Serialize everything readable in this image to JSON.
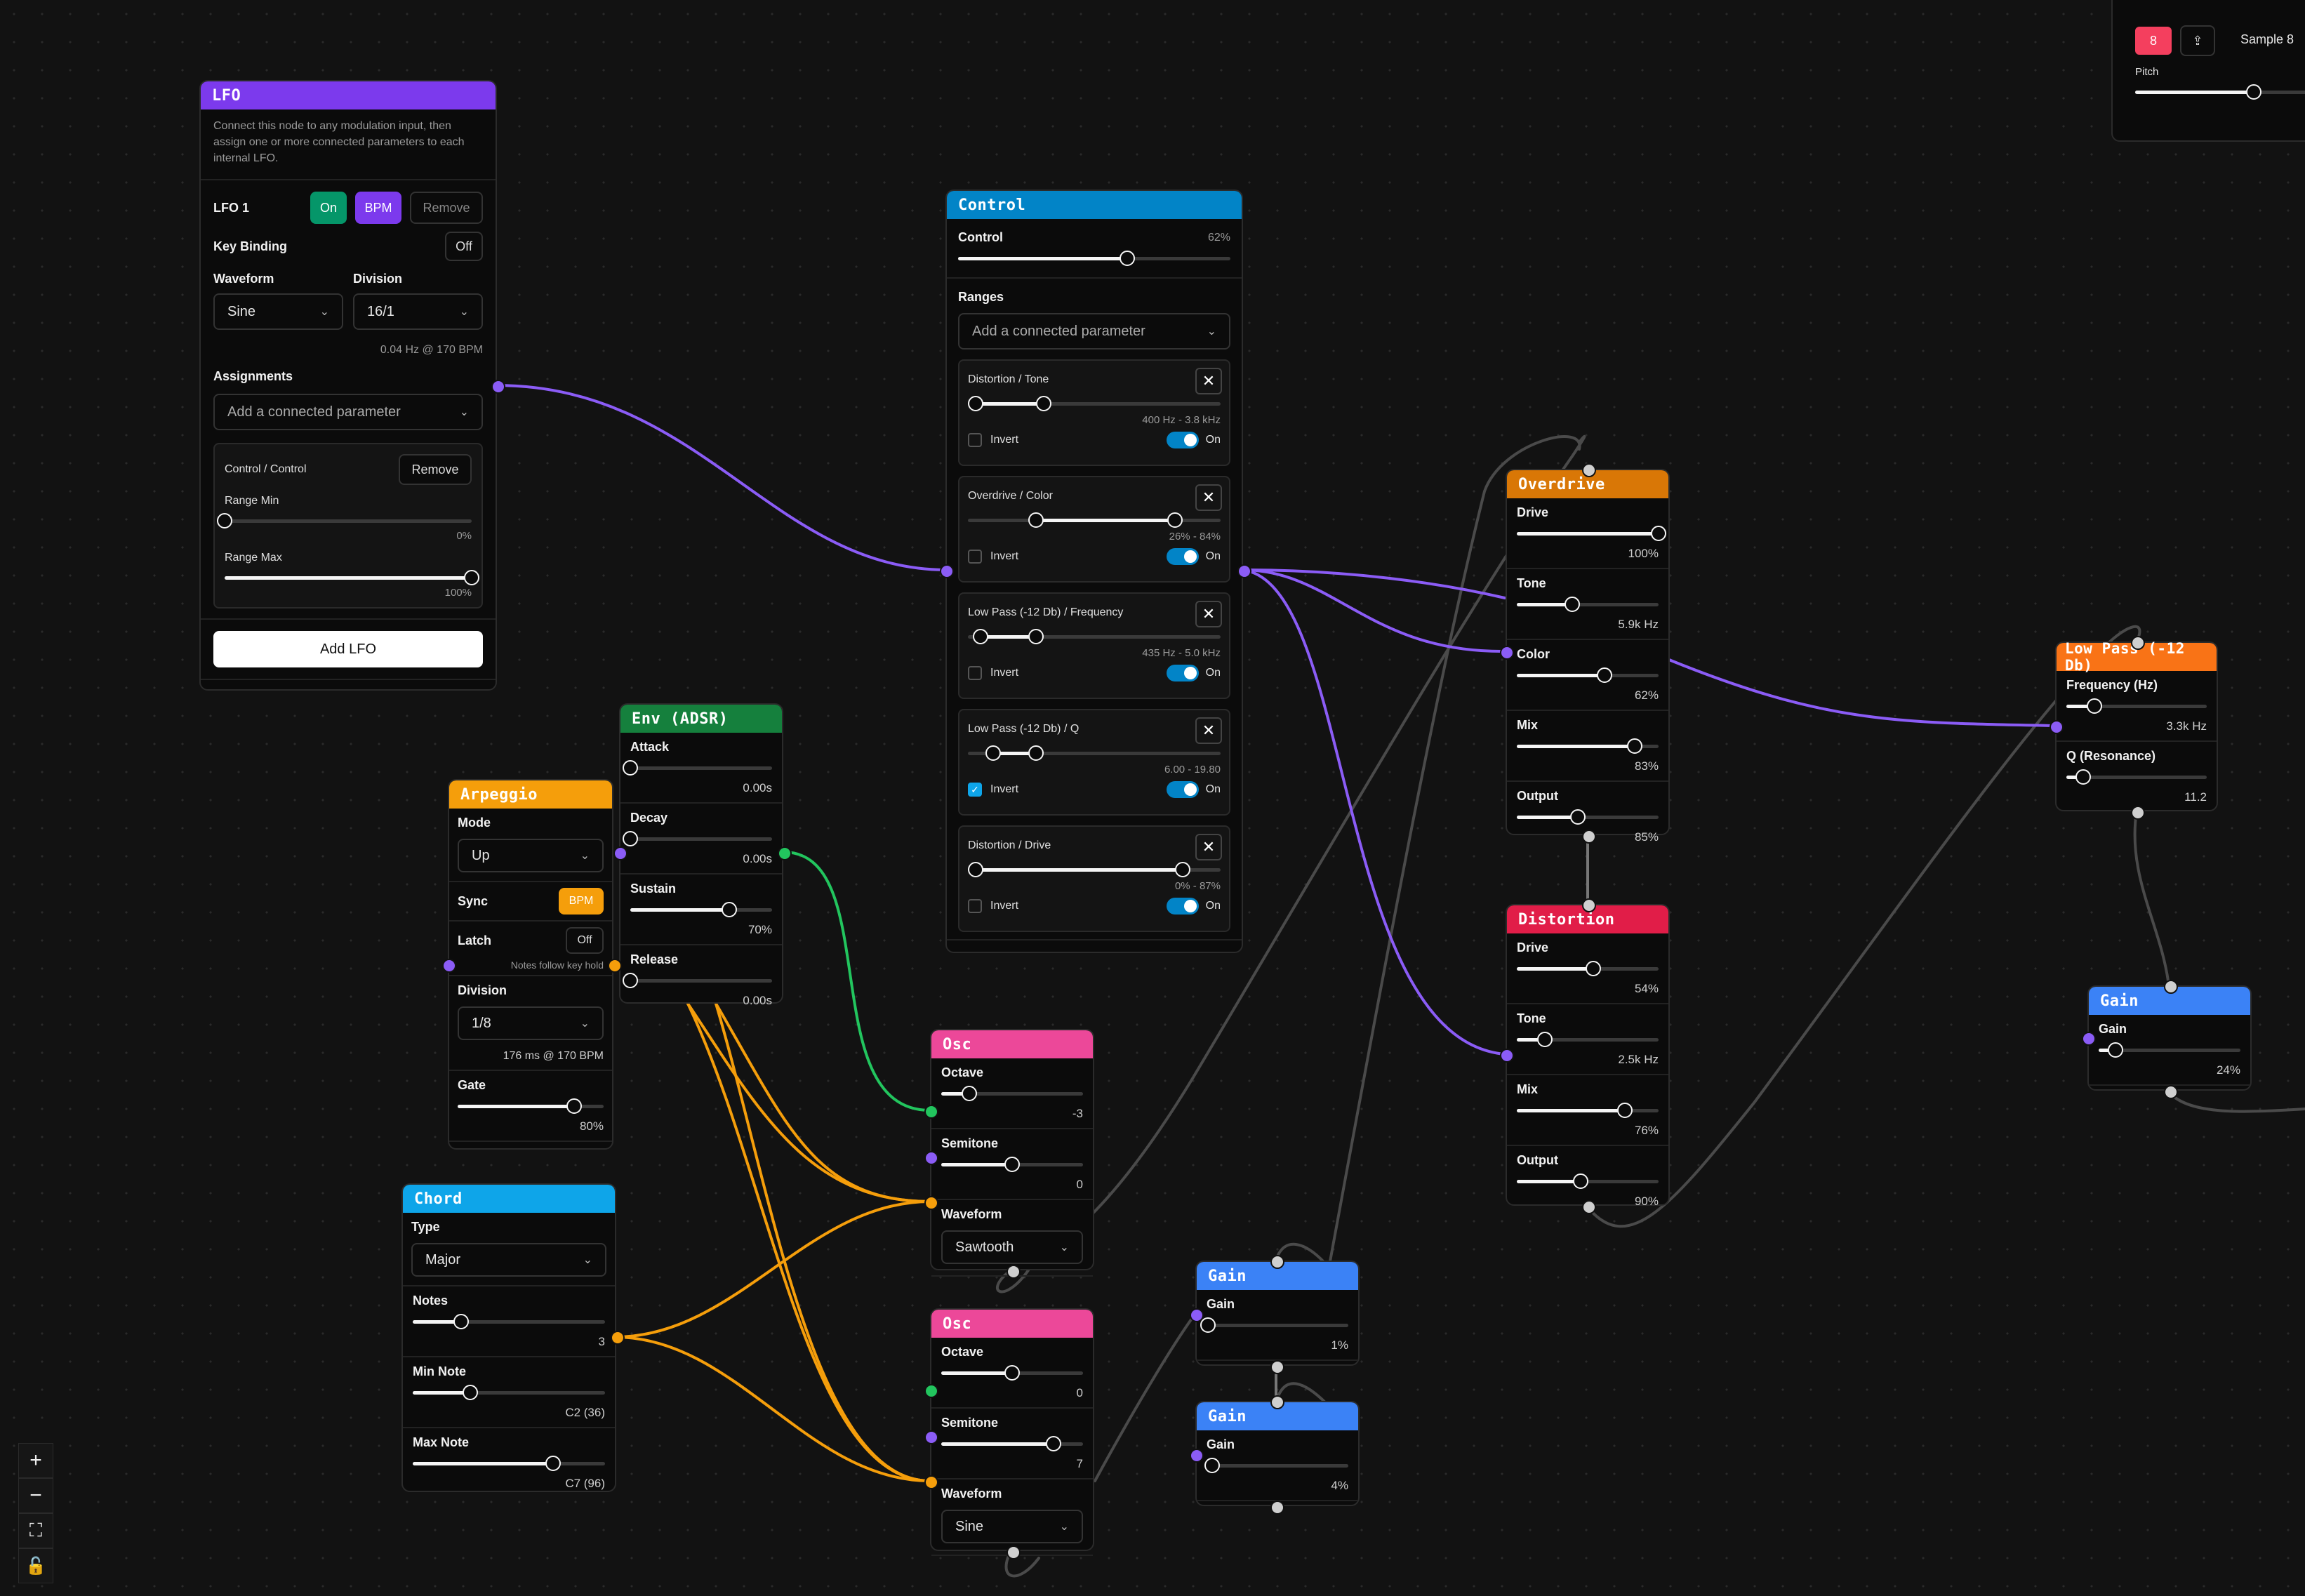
{
  "lfo": {
    "title": "LFO",
    "description": "Connect this node to any modulation input, then assign one or more connected parameters to each internal LFO.",
    "lfo1_label": "LFO 1",
    "on_label": "On",
    "bpm_label": "BPM",
    "remove_label": "Remove",
    "key_binding_label": "Key Binding",
    "key_binding_value": "Off",
    "waveform_label": "Waveform",
    "waveform_value": "Sine",
    "division_label": "Division",
    "division_value": "16/1",
    "rate_text": "0.04 Hz @ 170 BPM",
    "assignments_label": "Assignments",
    "add_param_placeholder": "Add a connected parameter",
    "assignment": {
      "name": "Control / Control",
      "remove_label": "Remove",
      "range_min_label": "Range Min",
      "range_min_value": "0%",
      "range_min_level": 0,
      "range_max_label": "Range Max",
      "range_max_value": "100%",
      "range_max_level": 1
    },
    "add_lfo_label": "Add LFO"
  },
  "control": {
    "title": "Control",
    "control_label": "Control",
    "control_value": "62%",
    "control_level": 0.62,
    "ranges_label": "Ranges",
    "add_param_placeholder": "Add a connected parameter",
    "ranges": [
      {
        "name": "Distortion / Tone",
        "range_text": "400 Hz - 3.8 kHz",
        "lo": 0.03,
        "hi": 0.3,
        "invert_label": "Invert",
        "inverted": false,
        "on_label": "On"
      },
      {
        "name": "Overdrive / Color",
        "range_text": "26% - 84%",
        "lo": 0.27,
        "hi": 0.82,
        "invert_label": "Invert",
        "inverted": false,
        "on_label": "On"
      },
      {
        "name": "Low Pass (-12 Db) / Frequency",
        "range_text": "435 Hz - 5.0 kHz",
        "lo": 0.05,
        "hi": 0.27,
        "invert_label": "Invert",
        "inverted": false,
        "on_label": "On"
      },
      {
        "name": "Low Pass (-12 Db) / Q",
        "range_text": "6.00 - 19.80",
        "lo": 0.1,
        "hi": 0.27,
        "invert_label": "Invert",
        "inverted": true,
        "on_label": "On"
      },
      {
        "name": "Distortion / Drive",
        "range_text": "0% - 87%",
        "lo": 0.03,
        "hi": 0.85,
        "invert_label": "Invert",
        "inverted": false,
        "on_label": "On"
      }
    ]
  },
  "env": {
    "title": "Env (ADSR)",
    "params": [
      {
        "label": "Attack",
        "value": "0.00s",
        "level": 0
      },
      {
        "label": "Decay",
        "value": "0.00s",
        "level": 0
      },
      {
        "label": "Sustain",
        "value": "70%",
        "level": 0.7
      },
      {
        "label": "Release",
        "value": "0.00s",
        "level": 0
      }
    ]
  },
  "arpeggio": {
    "title": "Arpeggio",
    "mode_label": "Mode",
    "mode_value": "Up",
    "sync_label": "Sync",
    "sync_value": "BPM",
    "latch_label": "Latch",
    "latch_value": "Off",
    "latch_note": "Notes follow key hold",
    "division_label": "Division",
    "division_value": "1/8",
    "division_note": "176 ms @ 170 BPM",
    "gate_label": "Gate",
    "gate_value": "80%",
    "gate_level": 0.8
  },
  "chord": {
    "title": "Chord",
    "type_label": "Type",
    "type_value": "Major",
    "params": [
      {
        "label": "Notes",
        "value": "3",
        "level": 0.25
      },
      {
        "label": "Min Note",
        "value": "C2 (36)",
        "level": 0.3
      },
      {
        "label": "Max Note",
        "value": "C7 (96)",
        "level": 0.73
      }
    ]
  },
  "osc1": {
    "title": "Osc",
    "octave_label": "Octave",
    "octave_value": "-3",
    "octave_level": 0.2,
    "semitone_label": "Semitone",
    "semitone_value": "0",
    "semitone_level": 0.5,
    "waveform_label": "Waveform",
    "waveform_value": "Sawtooth"
  },
  "osc2": {
    "title": "Osc",
    "octave_label": "Octave",
    "octave_value": "0",
    "octave_level": 0.5,
    "semitone_label": "Semitone",
    "semitone_value": "7",
    "semitone_level": 0.79,
    "waveform_label": "Waveform",
    "waveform_value": "Sine"
  },
  "gain1": {
    "title": "Gain",
    "gain_label": "Gain",
    "value": "1%",
    "level": 0.01
  },
  "gain2": {
    "title": "Gain",
    "gain_label": "Gain",
    "value": "4%",
    "level": 0.04
  },
  "overdrive": {
    "title": "Overdrive",
    "params": [
      {
        "label": "Drive",
        "value": "100%",
        "level": 1
      },
      {
        "label": "Tone",
        "value": "5.9k Hz",
        "level": 0.39
      },
      {
        "label": "Color",
        "value": "62%",
        "level": 0.62
      },
      {
        "label": "Mix",
        "value": "83%",
        "level": 0.83
      },
      {
        "label": "Output",
        "value": "85%",
        "level": 0.43
      }
    ]
  },
  "distortion": {
    "title": "Distortion",
    "params": [
      {
        "label": "Drive",
        "value": "54%",
        "level": 0.54
      },
      {
        "label": "Tone",
        "value": "2.5k Hz",
        "level": 0.2
      },
      {
        "label": "Mix",
        "value": "76%",
        "level": 0.76
      },
      {
        "label": "Output",
        "value": "90%",
        "level": 0.45
      }
    ]
  },
  "lowpass": {
    "title": "Low Pass (-12 Db)",
    "params": [
      {
        "label": "Frequency (Hz)",
        "value": "3.3k Hz",
        "level": 0.2
      },
      {
        "label": "Q (Resonance)",
        "value": "11.2",
        "level": 0.12
      }
    ]
  },
  "gain3": {
    "title": "Gain",
    "gain_label": "Gain",
    "value": "24%",
    "level": 0.12
  },
  "sampler": {
    "badge": "8",
    "sample_label": "Sample 8",
    "pitch_label": "Pitch",
    "pitch_level": 0.65
  },
  "colors": {
    "lfo": "#7c3aed",
    "control": "#0284c7",
    "env": "#15803d",
    "arpeggio": "#f59e0b",
    "chord": "#0ea5e9",
    "osc": "#ec4899",
    "gain": "#3b82f6",
    "overdrive": "#d97706",
    "distortion": "#e11d48",
    "lowpass": "#f97316",
    "wire_mod": "#8b5cf6",
    "wire_env": "#22c55e",
    "wire_note": "#f59e0b",
    "wire_audio": "#4b4b4b"
  },
  "zoom_controls": [
    "plus-icon",
    "minus-icon",
    "fit-view-icon",
    "lock-icon"
  ]
}
